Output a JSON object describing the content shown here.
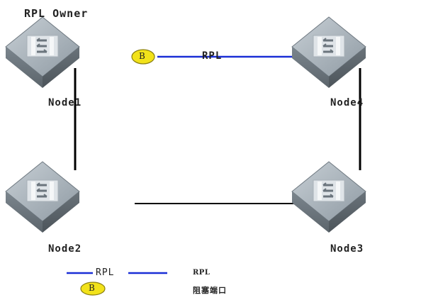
{
  "diagram": {
    "owner_label": "RPL  Owner",
    "rpl_link_label": "RPL",
    "block_marker": "B",
    "nodes": [
      {
        "id": "node1",
        "label": "Node1"
      },
      {
        "id": "node2",
        "label": "Node2"
      },
      {
        "id": "node3",
        "label": "Node3"
      },
      {
        "id": "node4",
        "label": "Node4"
      }
    ],
    "links": [
      {
        "from": "node1",
        "to": "node4",
        "type": "rpl",
        "color": "#1a2fd6"
      },
      {
        "from": "node1",
        "to": "node2",
        "type": "normal",
        "color": "#000000"
      },
      {
        "from": "node4",
        "to": "node3",
        "type": "normal",
        "color": "#000000"
      },
      {
        "from": "node2",
        "to": "node3",
        "type": "normal",
        "color": "#000000"
      }
    ]
  },
  "legend": {
    "rpl_line_label": "RPL",
    "rpl_desc": "RPL",
    "block_marker": "B",
    "block_desc": "阻塞端口"
  },
  "colors": {
    "rpl_blue": "#1a2fd6",
    "marker_yellow": "#f2e21a",
    "switch_body": "#8d99a2"
  }
}
